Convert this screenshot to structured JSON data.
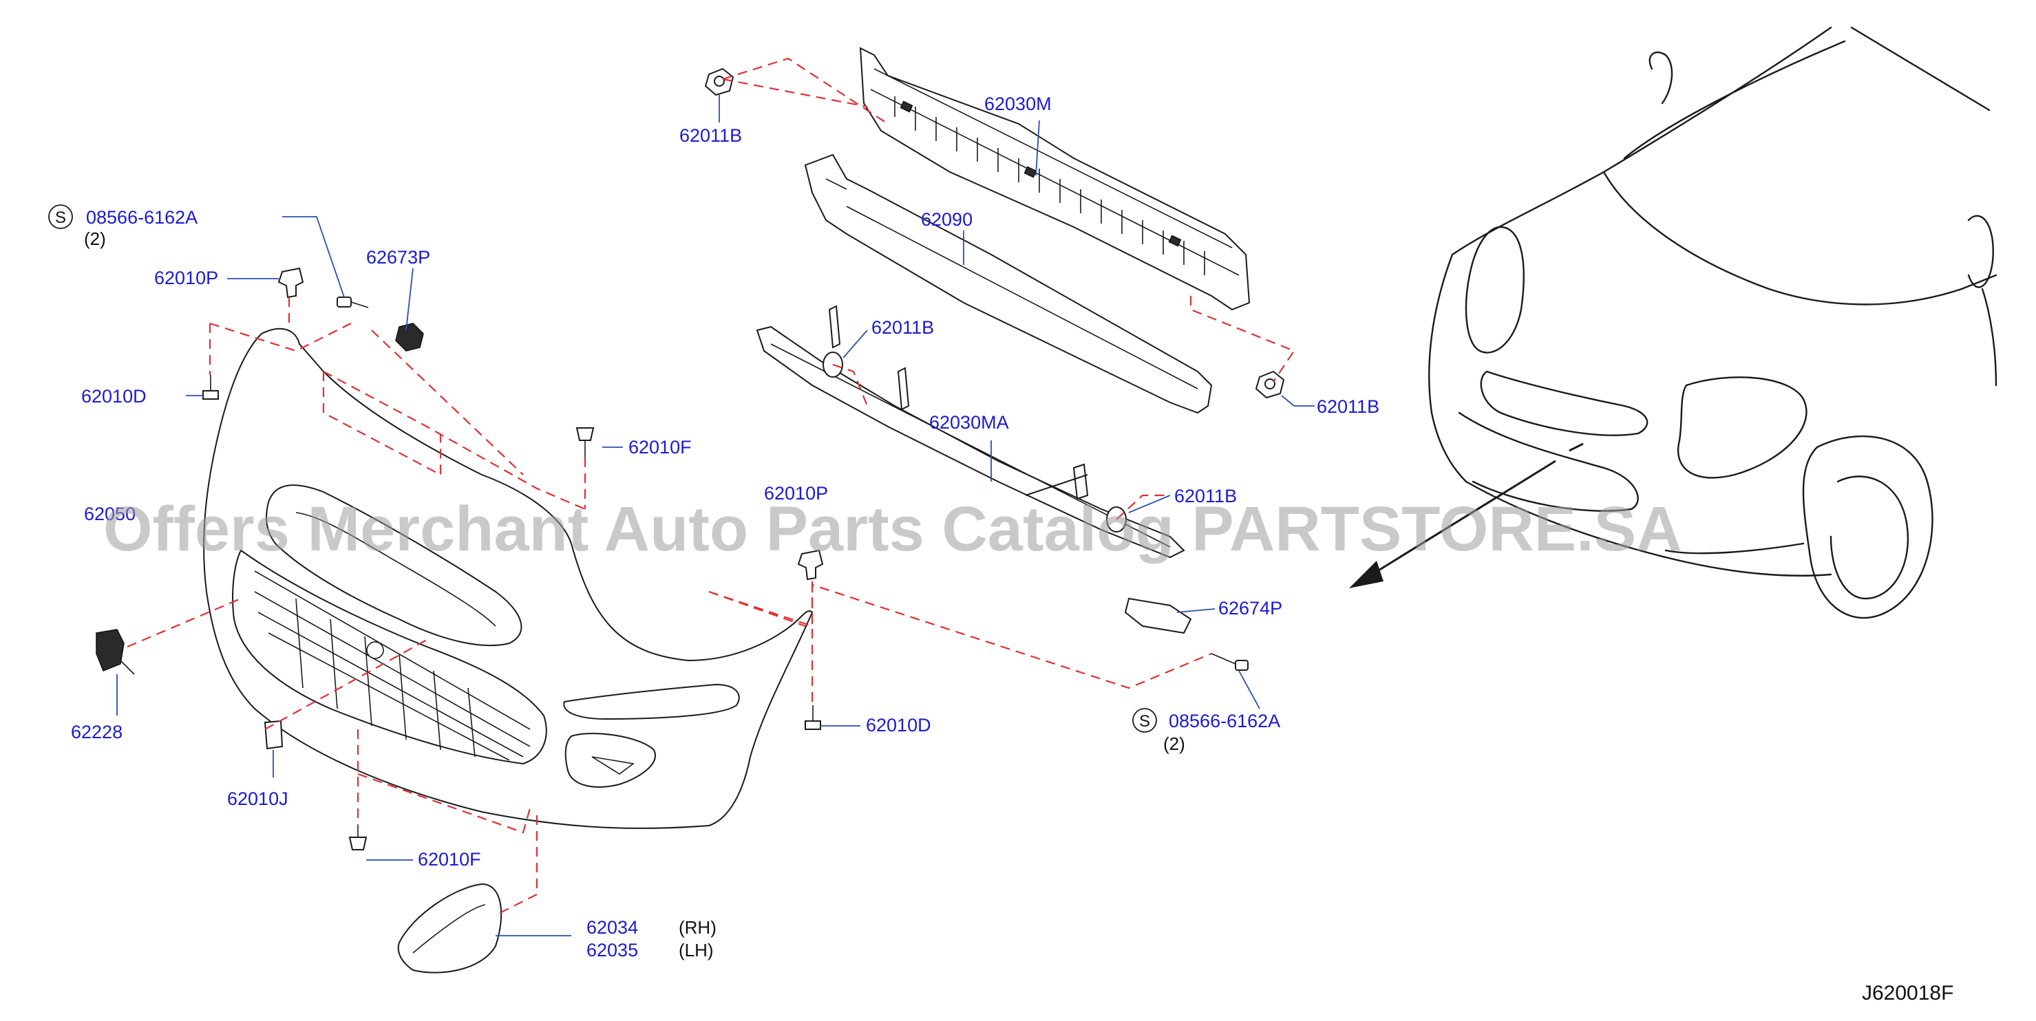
{
  "labels": {
    "bolt_08566_left": "08566-6162A",
    "bolt_08566_left_qty": "(2)",
    "bolt_08566_right": "08566-6162A",
    "bolt_08566_right_qty": "(2)",
    "s_symbol": "S",
    "p62010P_top": "62010P",
    "p62010P_mid": "62010P",
    "p62673P": "62673P",
    "p62010D_left": "62010D",
    "p62010D_right": "62010D",
    "p62010F_top": "62010F",
    "p62010F_bottom": "62010F",
    "p62050": "62050",
    "p62228": "62228",
    "p62010J": "62010J",
    "p62034": "62034",
    "p62035": "62035",
    "rh": "(RH)",
    "lh": "(LH)",
    "p62011B_top": "62011B",
    "p62011B_right": "62011B",
    "p62011B_mid": "62011B",
    "p62011B_lower": "62011B",
    "p62030M": "62030M",
    "p62090": "62090",
    "p62030MA": "62030MA",
    "p62674P": "62674P",
    "diagram_id": "J620018F"
  },
  "watermark": "Offers Merchant Auto Parts Catalog PARTSTORE.SA",
  "colors": {
    "label_blue": "#1a1ad6",
    "dash_red": "#e03030",
    "leader_blue": "#2a4fb0",
    "line_black": "#1a1a1a",
    "watermark_grey": "#9c9c9c"
  }
}
